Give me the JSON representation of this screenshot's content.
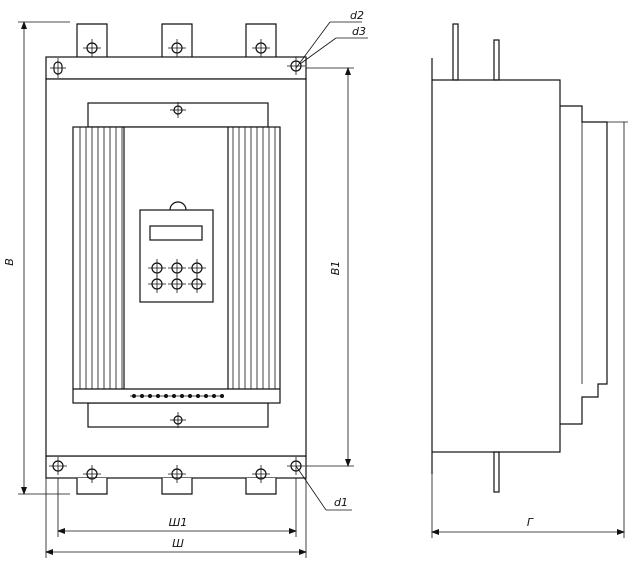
{
  "labels": {
    "height_overall": "B",
    "height_mounting": "B1",
    "width_mounting": "Ш1",
    "width_overall": "Ш",
    "depth": "Г",
    "hole_d1": "d1",
    "hole_d2": "d2",
    "hole_d3": "d3"
  },
  "colors": {
    "line": "#111111",
    "background": "#ffffff"
  }
}
